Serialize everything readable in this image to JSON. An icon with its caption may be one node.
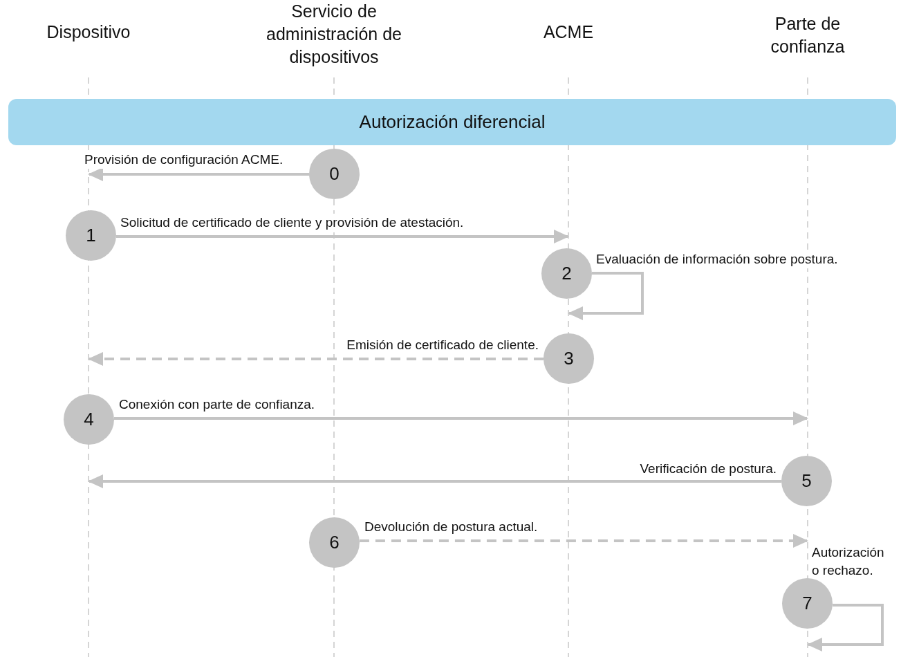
{
  "diagram": {
    "nodes": [
      {
        "text": [
          "Dispositivo"
        ]
      },
      {
        "text": [
          "Servicio de administración de dispositivos"
        ]
      },
      {
        "text": [
          "ACME"
        ]
      },
      {
        "text": [
          "Parte de confianza"
        ]
      },
      {
        "text": [
          "Autorización diferencial"
        ]
      },
      {
        "text": [
          "0"
        ]
      },
      {
        "text": [
          "1"
        ]
      },
      {
        "text": [
          "2"
        ]
      },
      {
        "text": [
          "3"
        ]
      },
      {
        "text": [
          "4"
        ]
      },
      {
        "text": [
          "5"
        ]
      },
      {
        "text": [
          "6"
        ]
      },
      {
        "text": [
          "7"
        ],
        "beside": [
          "Autorización o rechazo."
        ]
      }
    ],
    "edges": [
      {
        "from": 5,
        "to": null,
        "arrow": "to",
        "label": "Provisión de configuración ACME."
      },
      {
        "from": 6,
        "to": 7,
        "arrow": "to",
        "label": "Solicitud de certificado de cliente y provisión de atestación."
      },
      {
        "from": 7,
        "to": 7,
        "arrow": "to",
        "label": "Evaluación de información sobre postura."
      },
      {
        "from": 8,
        "to": null,
        "arrow": "to",
        "label": "Emisión de certificado de cliente.",
        "style": "dashed"
      },
      {
        "from": 9,
        "to": null,
        "arrow": "to",
        "label": "Conexión con parte de confianza."
      },
      {
        "from": 10,
        "to": null,
        "arrow": "to",
        "label": "Verificación de postura."
      },
      {
        "from": 11,
        "to": 12,
        "arrow": "to",
        "label": "Devolución de postura actual.",
        "style": "dashed"
      },
      {
        "from": 12,
        "to": 12,
        "arrow": "to"
      }
    ]
  }
}
